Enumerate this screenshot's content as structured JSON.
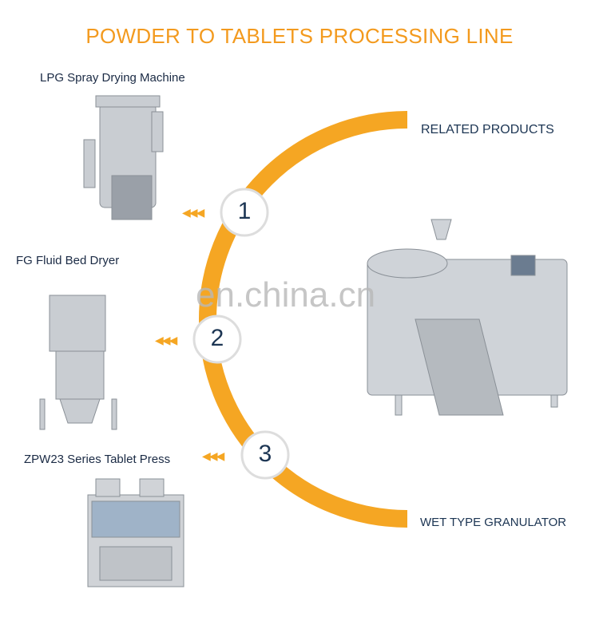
{
  "title": "POWDER TO TABLETS PROCESSING LINE",
  "steps": [
    {
      "number": "1",
      "label": "LPG Spray Drying Machine"
    },
    {
      "number": "2",
      "label": "FG Fluid Bed Dryer"
    },
    {
      "number": "3",
      "label": "ZPW23 Series Tablet Press"
    }
  ],
  "related_label": "RELATED PRODUCTS",
  "product_label": "WET TYPE GRANULATOR",
  "watermark": "en.china.cn",
  "colors": {
    "accent": "#f5a623",
    "title": "#f39a1e",
    "number": "#1c3553"
  }
}
